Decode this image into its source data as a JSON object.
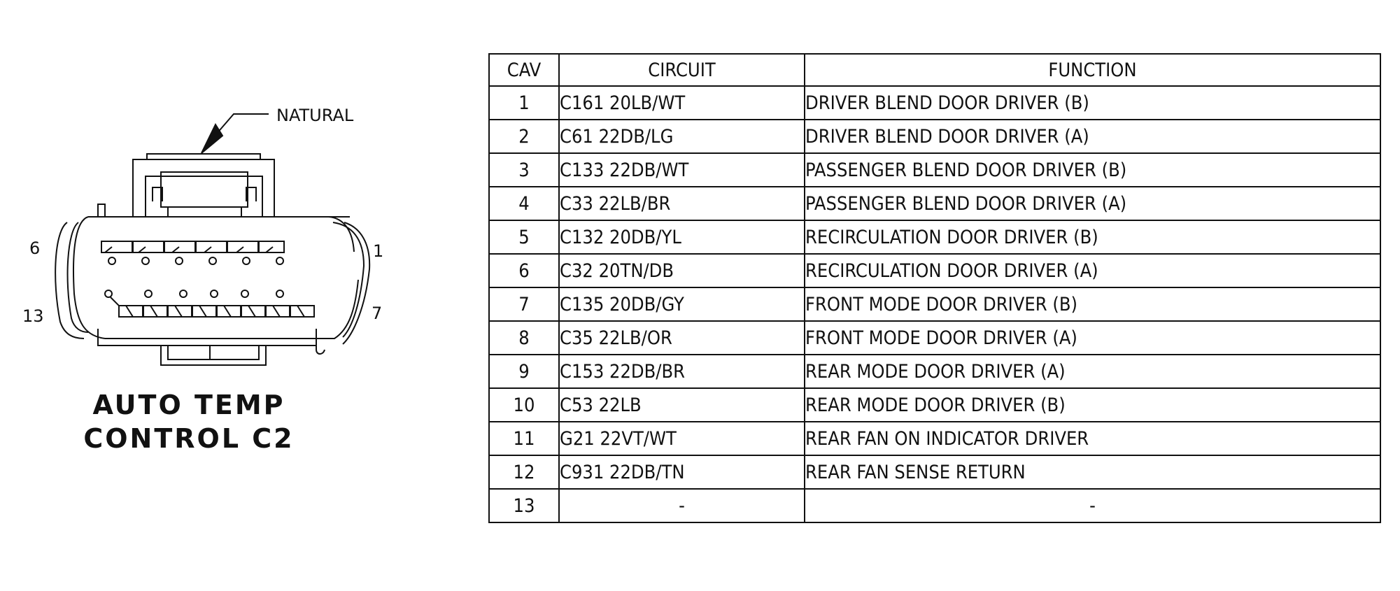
{
  "diagram": {
    "pointer_label": "NATURAL",
    "pin_labels": {
      "top_left": "6",
      "top_right": "1",
      "bottom_left": "13",
      "bottom_right": "7"
    },
    "title_line_1": "AUTO TEMP",
    "title_line_2": "CONTROL C2"
  },
  "table": {
    "headers": {
      "cav": "CAV",
      "circuit": "CIRCUIT",
      "function": "FUNCTION"
    },
    "rows": [
      {
        "cav": "1",
        "circuit": "C161 20LB/WT",
        "function": "DRIVER BLEND DOOR DRIVER (B)"
      },
      {
        "cav": "2",
        "circuit": "C61 22DB/LG",
        "function": "DRIVER BLEND DOOR DRIVER (A)"
      },
      {
        "cav": "3",
        "circuit": "C133 22DB/WT",
        "function": "PASSENGER BLEND DOOR DRIVER (B)"
      },
      {
        "cav": "4",
        "circuit": "C33 22LB/BR",
        "function": "PASSENGER BLEND DOOR DRIVER (A)"
      },
      {
        "cav": "5",
        "circuit": "C132 20DB/YL",
        "function": "RECIRCULATION DOOR DRIVER (B)"
      },
      {
        "cav": "6",
        "circuit": "C32 20TN/DB",
        "function": "RECIRCULATION DOOR DRIVER (A)"
      },
      {
        "cav": "7",
        "circuit": "C135 20DB/GY",
        "function": "FRONT MODE DOOR DRIVER (B)"
      },
      {
        "cav": "8",
        "circuit": "C35 22LB/OR",
        "function": "FRONT MODE DOOR DRIVER (A)"
      },
      {
        "cav": "9",
        "circuit": "C153 22DB/BR",
        "function": "REAR MODE DOOR DRIVER (A)"
      },
      {
        "cav": "10",
        "circuit": "C53 22LB",
        "function": "REAR MODE DOOR DRIVER (B)"
      },
      {
        "cav": "11",
        "circuit": "G21 22VT/WT",
        "function": "REAR FAN ON INDICATOR DRIVER"
      },
      {
        "cav": "12",
        "circuit": "C931 22DB/TN",
        "function": "REAR FAN SENSE RETURN"
      },
      {
        "cav": "13",
        "circuit": "-",
        "function": "-"
      }
    ]
  }
}
